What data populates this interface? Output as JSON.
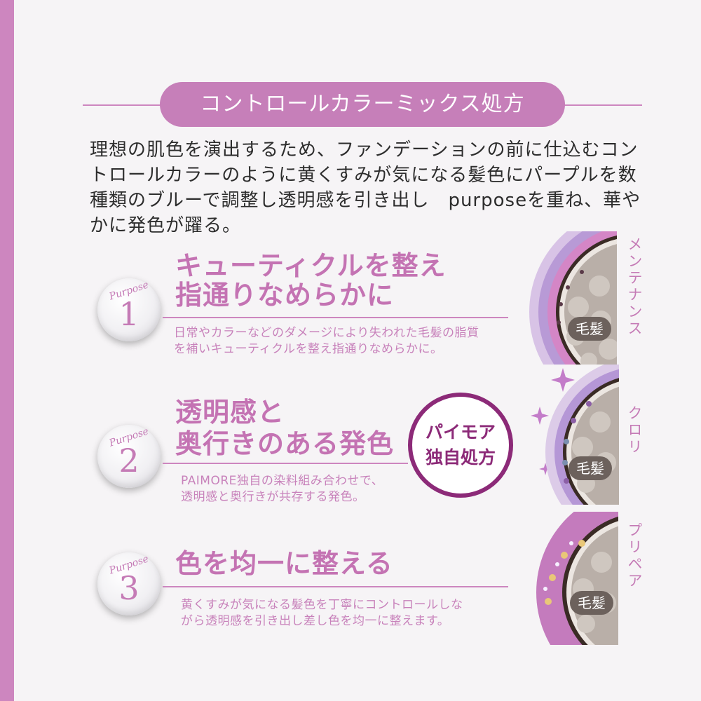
{
  "header": {
    "title": "コントロールカラーミックス処方"
  },
  "intro": "理想の肌色を演出するため、ファンデーションの前に仕込むコントロールカラーのように黄くすみが気になる髪色にパープルを数種類のブルーで調整し透明感を引き出し　purposeを重ね、華やかに発色が躍る。",
  "purposes": [
    {
      "badge": "Purpose",
      "number": "1",
      "title_lines": [
        "キューティクルを整え",
        "指通りなめらかに"
      ],
      "desc_lines": [
        "日常やカラーなどのダメージにより失われた毛髪の脂質",
        "を補いキューティクルを整え指通りなめらかに。"
      ]
    },
    {
      "badge": "Purpose",
      "number": "2",
      "title_lines": [
        "透明感と",
        "奥行きのある発色"
      ],
      "desc_lines": [
        "PAIMORE独自の染料組み合わせで、",
        "透明感と奥行きが共存する発色。"
      ]
    },
    {
      "badge": "Purpose",
      "number": "3",
      "title_lines": [
        "色を均一に整える"
      ],
      "desc_lines": [
        "黄くすみが気になる髪色を丁寧にコントロールしな",
        "がら透明感を引き出し差し色を均一に整えます。"
      ]
    }
  ],
  "special_badge": {
    "line1": "パイモア",
    "line2": "独自処方"
  },
  "illustrations": [
    {
      "side_label": "メンテナンス",
      "hair_label": "毛髪"
    },
    {
      "side_label": "クロリ",
      "hair_label": "毛髪"
    },
    {
      "side_label": "プリペア",
      "hair_label": "毛髪"
    }
  ],
  "colors": {
    "accent": "#cd86bf",
    "title": "#c473b3",
    "special": "#8c2a78"
  }
}
